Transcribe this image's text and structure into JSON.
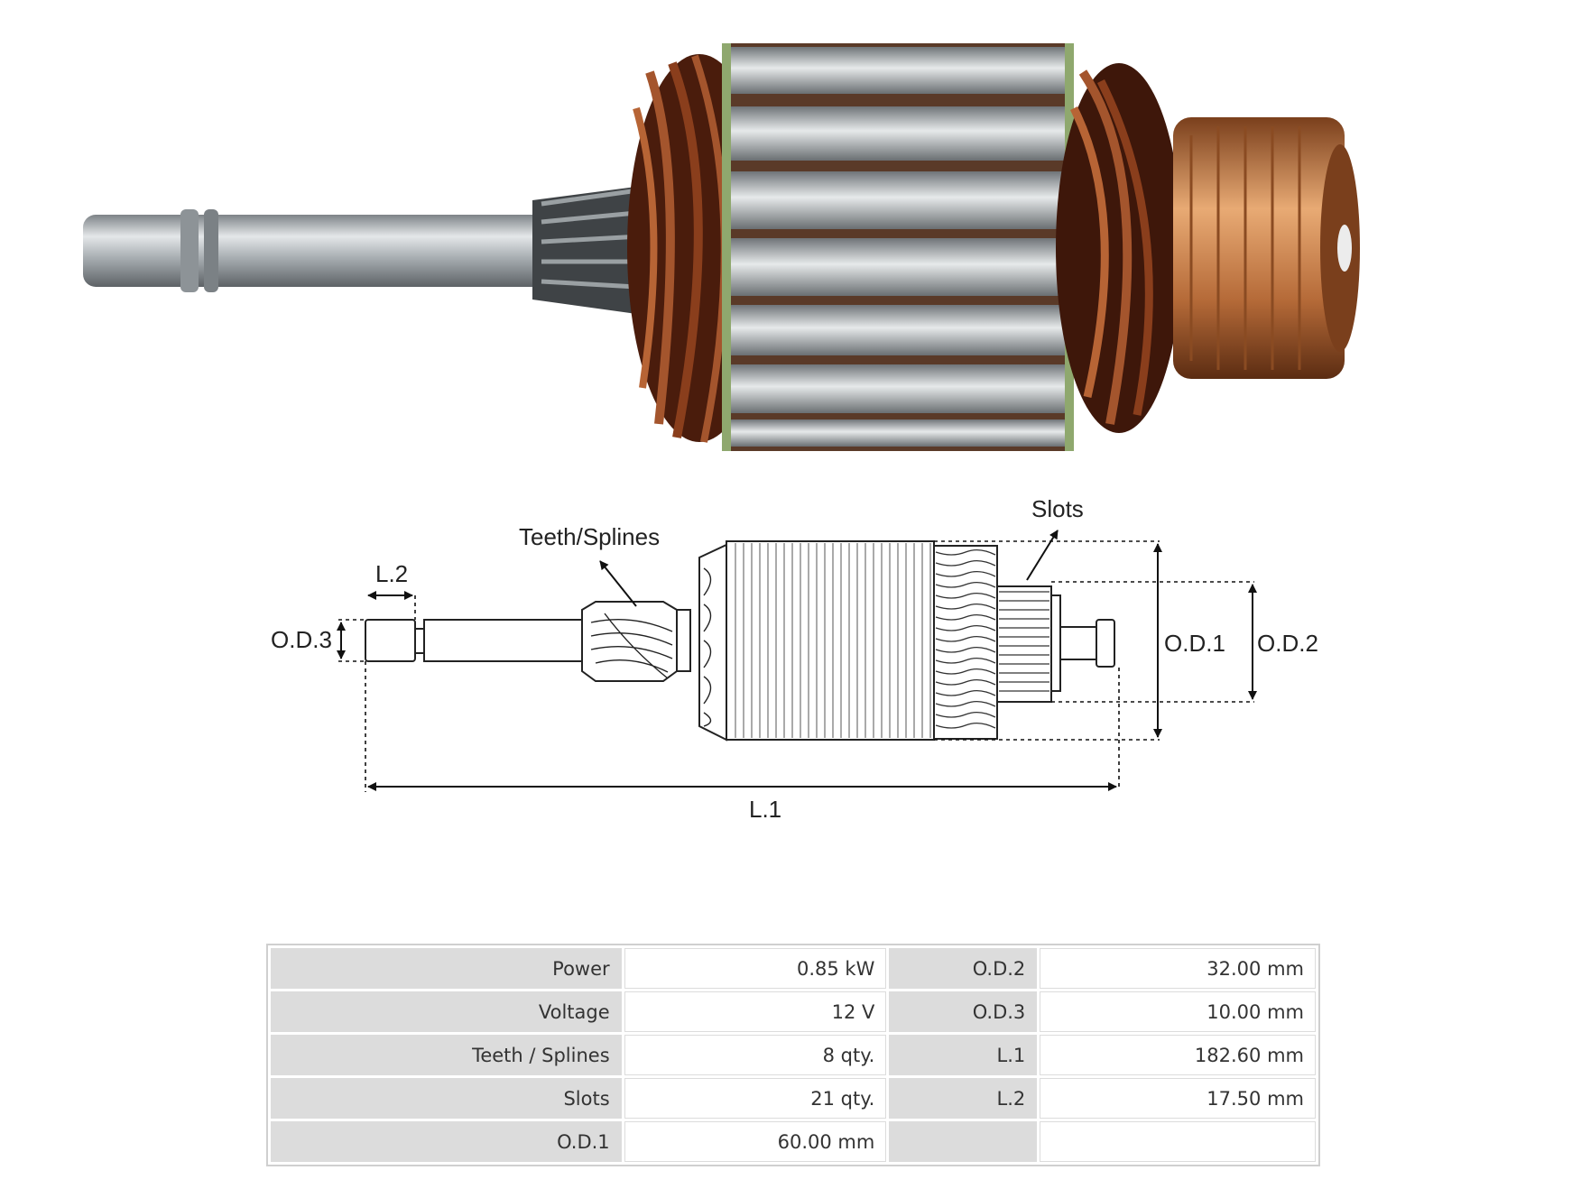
{
  "diagram": {
    "labels": {
      "teeth_splines": "Teeth/Splines",
      "slots": "Slots",
      "l2": "L.2",
      "od3": "O.D.3",
      "od1": "O.D.1",
      "od2": "O.D.2",
      "l1": "L.1"
    },
    "colors": {
      "copper_wire": "#6e2b12",
      "laminations": "#b9bec2",
      "insulation": "#8fa86e",
      "commutator": "#c27a45",
      "shaft": "#9da3a7"
    }
  },
  "specs": {
    "rows": [
      {
        "l1": "Power",
        "v1": "0.85 kW",
        "l2": "O.D.2",
        "v2": "32.00 mm"
      },
      {
        "l1": "Voltage",
        "v1": "12 V",
        "l2": "O.D.3",
        "v2": "10.00 mm"
      },
      {
        "l1": "Teeth / Splines",
        "v1": "8 qty.",
        "l2": "L.1",
        "v2": "182.60 mm"
      },
      {
        "l1": "Slots",
        "v1": "21 qty.",
        "l2": "L.2",
        "v2": "17.50 mm"
      },
      {
        "l1": "O.D.1",
        "v1": "60.00 mm",
        "l2": "",
        "v2": ""
      }
    ]
  }
}
